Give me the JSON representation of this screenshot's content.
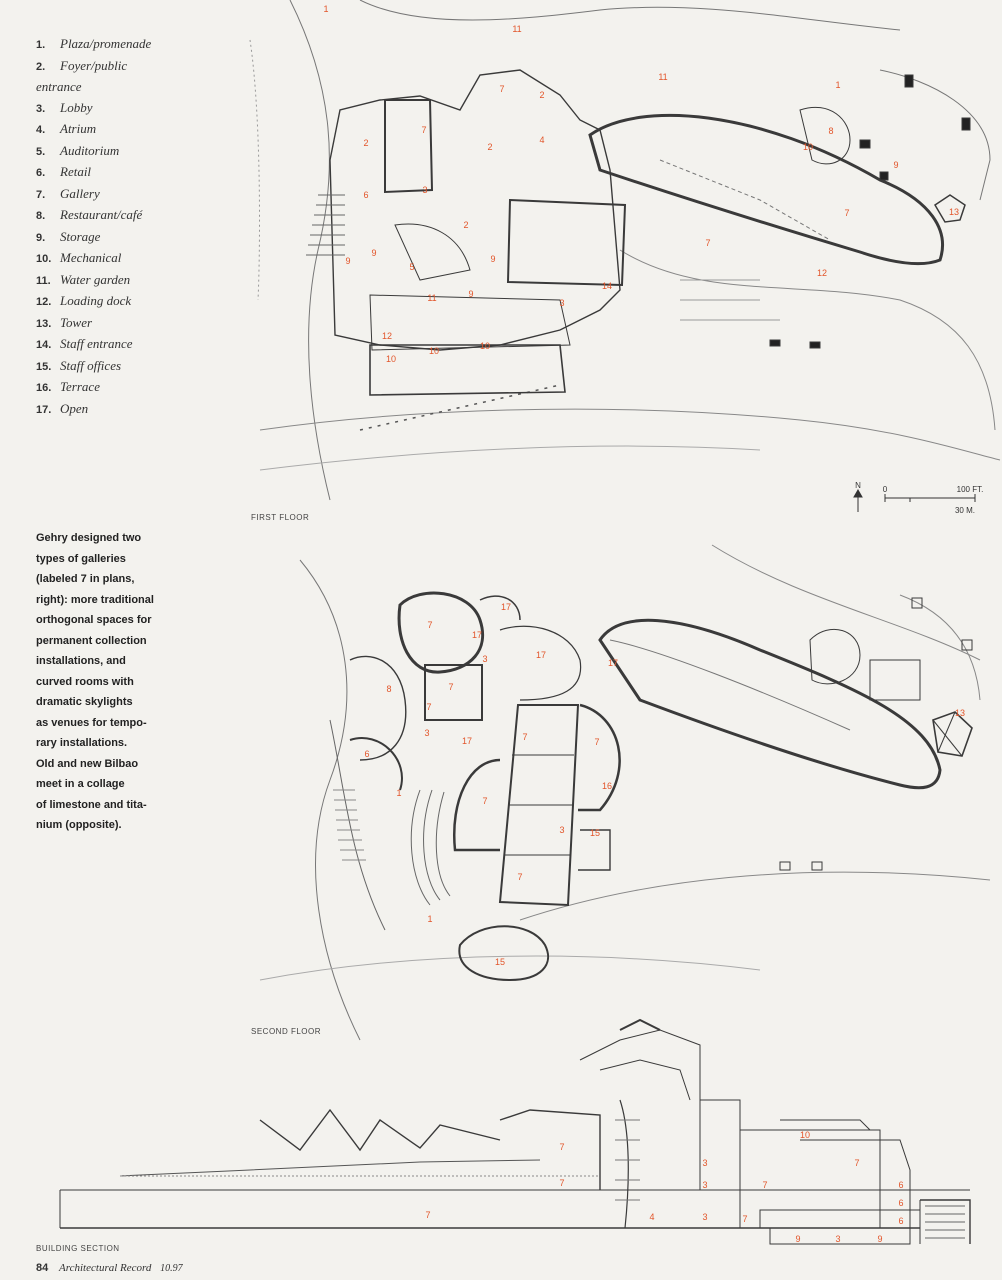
{
  "legend": [
    {
      "num": "1.",
      "label": "Plaza/promenade"
    },
    {
      "num": "2.",
      "label": "Foyer/public",
      "cont": "entrance"
    },
    {
      "num": "3.",
      "label": "Lobby"
    },
    {
      "num": "4.",
      "label": "Atrium"
    },
    {
      "num": "5.",
      "label": "Auditorium"
    },
    {
      "num": "6.",
      "label": "Retail"
    },
    {
      "num": "7.",
      "label": "Gallery"
    },
    {
      "num": "8.",
      "label": "Restaurant/café"
    },
    {
      "num": "9.",
      "label": "Storage"
    },
    {
      "num": "10.",
      "label": "Mechanical"
    },
    {
      "num": "11.",
      "label": "Water garden"
    },
    {
      "num": "12.",
      "label": "Loading dock"
    },
    {
      "num": "13.",
      "label": "Tower"
    },
    {
      "num": "14.",
      "label": "Staff entrance"
    },
    {
      "num": "15.",
      "label": "Staff offices"
    },
    {
      "num": "16.",
      "label": "Terrace"
    },
    {
      "num": "17.",
      "label": "Open"
    }
  ],
  "caption_lines": [
    "Gehry designed two",
    "types of galleries",
    "(labeled 7 in plans,",
    "right): more traditional",
    "orthogonal spaces for",
    "permanent collection",
    "installations, and",
    "curved rooms with",
    "dramatic skylights",
    "as venues for tempo-",
    "rary installations.",
    "Old and new Bilbao",
    "meet in a collage",
    "of limestone and tita-",
    "nium (opposite)."
  ],
  "plans": {
    "first_floor": "FIRST FLOOR",
    "second_floor": "SECOND FLOOR",
    "building_section": "BUILDING SECTION"
  },
  "scale": {
    "zero": "0",
    "ft": "100 FT.",
    "m": "30 M.",
    "north": "N"
  },
  "footer": {
    "page": "84",
    "magazine": "Architectural Record",
    "issue": "10.97"
  },
  "tags": {
    "first_floor": [
      "1",
      "11",
      "11",
      "1",
      "7",
      "2",
      "4",
      "7",
      "2",
      "10",
      "8",
      "3",
      "6",
      "2",
      "9",
      "7",
      "13",
      "9",
      "9",
      "5",
      "2",
      "7",
      "11",
      "9",
      "9",
      "12",
      "3",
      "14",
      "12",
      "10",
      "10",
      "10"
    ],
    "second_floor": [
      "17",
      "7",
      "17",
      "3",
      "17",
      "7",
      "17",
      "8",
      "7",
      "3",
      "6",
      "17",
      "7",
      "1",
      "16",
      "7",
      "7",
      "3",
      "15",
      "7",
      "1",
      "15",
      "13"
    ],
    "section": [
      "10",
      "7",
      "7",
      "3",
      "3",
      "7",
      "7",
      "4",
      "3",
      "7",
      "6",
      "6",
      "6",
      "9",
      "3",
      "9",
      "7"
    ]
  },
  "colors": {
    "tag": "#e2552a",
    "ink": "#2a2a2a",
    "paper": "#f3f2ee"
  }
}
